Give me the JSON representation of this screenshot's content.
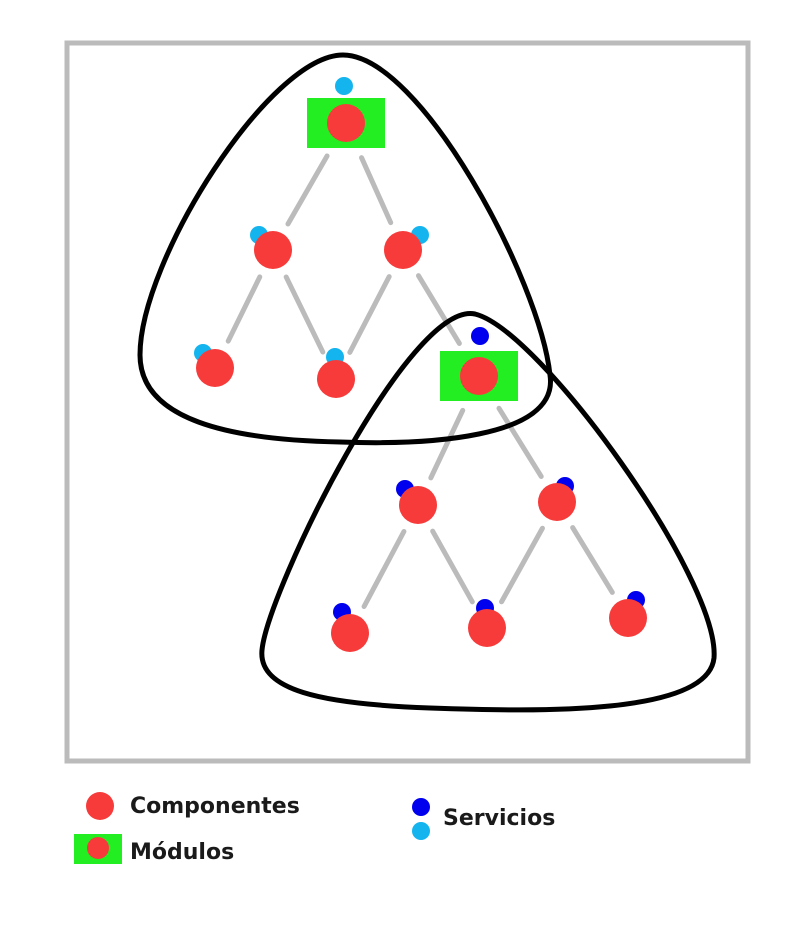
{
  "colors": {
    "component": "#f73b3b",
    "module_box": "#22ee22",
    "service_light": "#14b4ee",
    "service_dark": "#0000ee",
    "edge": "#bbbbbb",
    "frame": "#bbbbbb",
    "group_outline": "#000000"
  },
  "diagram": {
    "groups": [
      {
        "service_color": "light",
        "nodes": [
          {
            "id": "a0",
            "kind": "module"
          },
          {
            "id": "a1",
            "kind": "component"
          },
          {
            "id": "a2",
            "kind": "component"
          },
          {
            "id": "a3",
            "kind": "component"
          },
          {
            "id": "a4",
            "kind": "component"
          }
        ],
        "edges": [
          [
            "a0",
            "a1"
          ],
          [
            "a0",
            "a2"
          ],
          [
            "a1",
            "a3"
          ],
          [
            "a1",
            "a4"
          ],
          [
            "a2",
            "a4"
          ],
          [
            "a2",
            "b0"
          ]
        ]
      },
      {
        "service_color": "dark",
        "nodes": [
          {
            "id": "b0",
            "kind": "module"
          },
          {
            "id": "b1",
            "kind": "component"
          },
          {
            "id": "b2",
            "kind": "component"
          },
          {
            "id": "b3",
            "kind": "component"
          },
          {
            "id": "b4",
            "kind": "component"
          },
          {
            "id": "b5",
            "kind": "component"
          }
        ],
        "edges": [
          [
            "b0",
            "b1"
          ],
          [
            "b0",
            "b2"
          ],
          [
            "b1",
            "b3"
          ],
          [
            "b1",
            "b4"
          ],
          [
            "b2",
            "b4"
          ],
          [
            "b2",
            "b5"
          ]
        ]
      }
    ]
  },
  "legend": {
    "components_label": "Componentes",
    "modules_label": "Módulos",
    "services_label": "Servicios"
  }
}
